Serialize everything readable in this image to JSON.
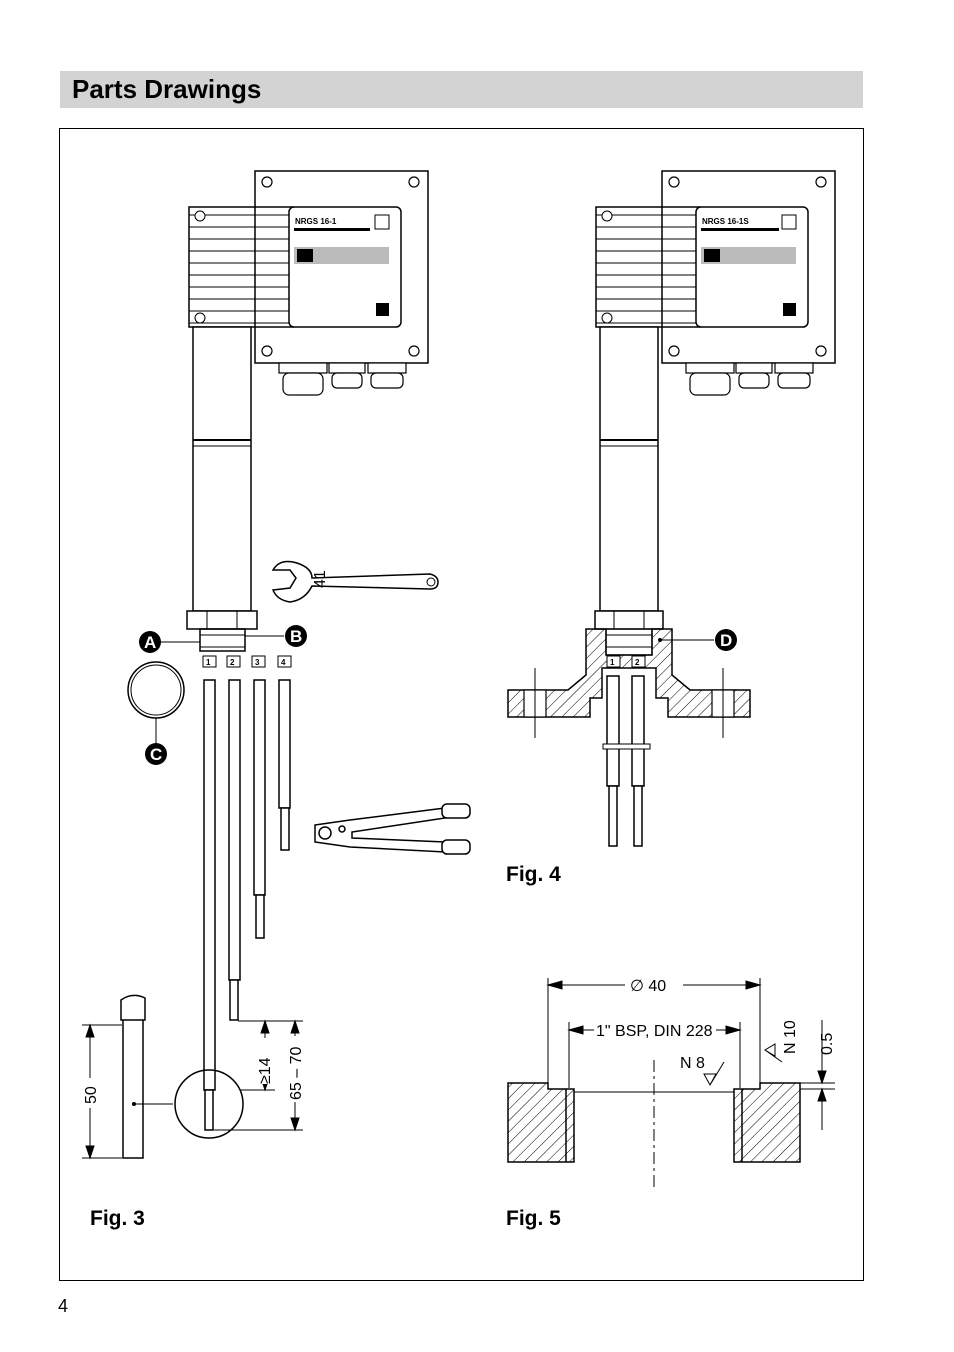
{
  "page": {
    "title": "Parts Drawings",
    "page_number": "4"
  },
  "fig3": {
    "label": "Fig. 3",
    "device_label": "NRGS 16-1",
    "wrench_size": "41",
    "terminals": [
      "1",
      "2",
      "3",
      "4"
    ],
    "callouts": [
      "A",
      "B",
      "C"
    ],
    "dim_min": "≥14",
    "dim_range": "65 – 70",
    "dim_length": "50"
  },
  "fig4": {
    "label": "Fig. 4",
    "device_label": "NRGS 16-1S",
    "terminals": [
      "1",
      "2"
    ],
    "callout": "D"
  },
  "fig5": {
    "label": "Fig. 5",
    "dim_diameter": "∅  40",
    "dim_thread": "1\" BSP, DIN 228",
    "finish_n8": "N 8",
    "finish_n10": "N 10",
    "dim_depth": "0.5"
  }
}
